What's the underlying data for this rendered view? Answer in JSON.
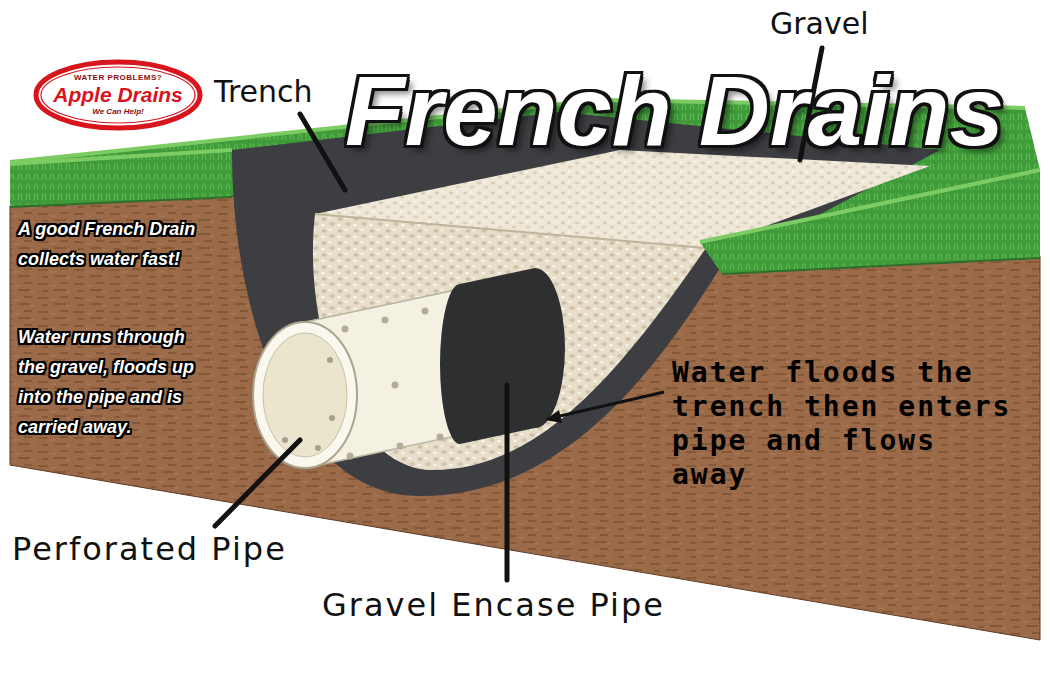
{
  "diagram": {
    "title": "French Drains",
    "nodes": [
      {
        "text": [
          "WATER PROBLEMS?",
          "Apple Drains",
          "We Can Help!"
        ]
      }
    ],
    "labels": [
      "Trench",
      "Gravel",
      "A good French Drain collects water fast!",
      "Water runs through the gravel, floods up into the pipe and is carried away.",
      "Water floods the trench then enters pipe and flows away",
      "Perforated Pipe",
      "Gravel Encase Pipe"
    ]
  }
}
